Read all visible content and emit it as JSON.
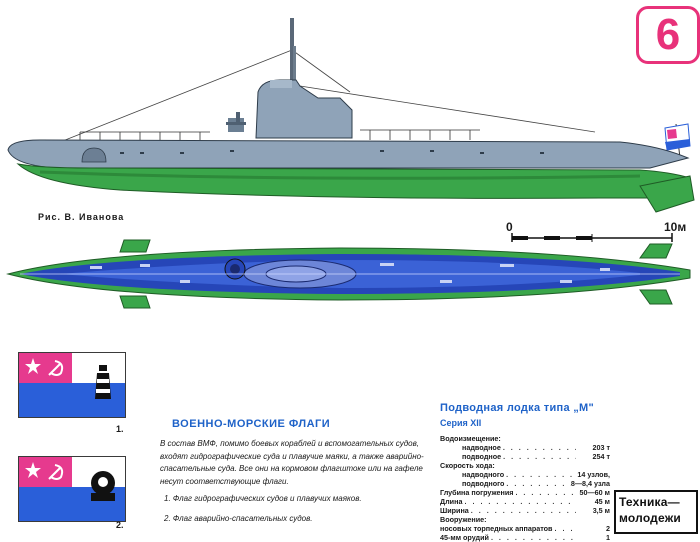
{
  "badge": {
    "number": "6"
  },
  "credit": "Рис. В. Иванова",
  "scale": {
    "start": "0",
    "end": "10м"
  },
  "flags": [
    {
      "number": "1.",
      "emblem": "lighthouse-icon",
      "canton_color": "#e63a8e",
      "field_color": "#2a5fd9"
    },
    {
      "number": "2.",
      "emblem": "diving-helmet-icon",
      "canton_color": "#e63a8e",
      "field_color": "#2a5fd9"
    }
  ],
  "flags_section": {
    "heading": "ВОЕННО-МОРСКИЕ ФЛАГИ",
    "body": "В состав ВМФ, помимо боевых кораблей и вспомогательных судов, входят гидрографические суда и плавучие маяки, а также аварийно-спасательные суда. Все они на кормовом флагштоке или на гафеле несут соответствующие флаги.",
    "items": [
      "1. Флаг гидрографических судов и плавучих маяков.",
      "2. Флаг аварийно-спасательных судов."
    ]
  },
  "submarine": {
    "title": "Подводная лодка типа „М\"",
    "series": "Серия XII",
    "specs": [
      {
        "label": "Водоизмещение:",
        "value": ""
      },
      {
        "label": "надводное",
        "value": "203 т",
        "indent": true
      },
      {
        "label": "подводное",
        "value": "254 т",
        "indent": true
      },
      {
        "label": "Скорость хода:",
        "value": ""
      },
      {
        "label": "надводного",
        "value": "14 узлов,",
        "indent": true
      },
      {
        "label": "подводного",
        "value": "8—8,4 узла",
        "indent": true
      },
      {
        "label": "Глубина погружения",
        "value": "50—60 м"
      },
      {
        "label": "Длина",
        "value": "45 м"
      },
      {
        "label": "Ширина",
        "value": "3,5 м"
      },
      {
        "label": "Вооружение:",
        "value": ""
      },
      {
        "label": "носовых торпедных аппаратов",
        "value": "2"
      },
      {
        "label": "45-мм орудий",
        "value": "1"
      }
    ]
  },
  "logo": {
    "line1": "Техника—",
    "line2": "молодежи"
  },
  "colors": {
    "accent_blue": "#1e62c8",
    "badge_pink": "#e8327a",
    "hull_gray": "#8fa3b8",
    "hull_green": "#3aa64a"
  }
}
